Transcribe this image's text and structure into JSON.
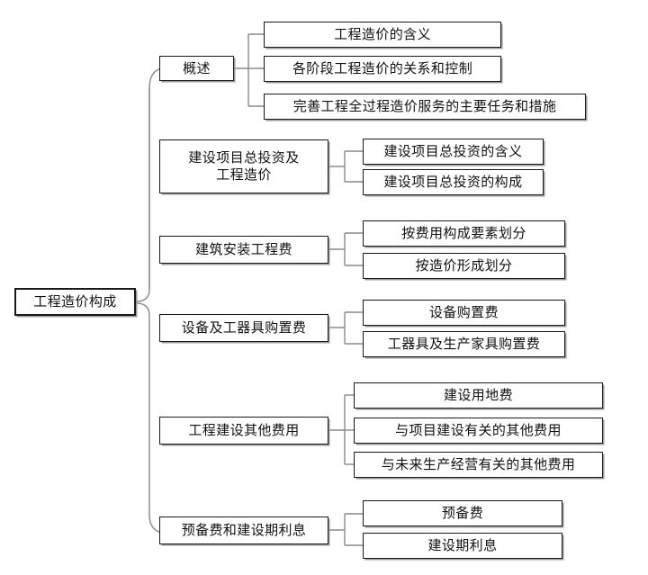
{
  "diagram": {
    "title": "工程造价构成",
    "root": {
      "label": "工程造价构成",
      "name": "root-node"
    },
    "branches": [
      {
        "label": "概述",
        "children": [
          {
            "label": "工程造价的含义"
          },
          {
            "label": "各阶段工程造价的关系和控制"
          },
          {
            "label": "完善工程全过程造价服务的主要任务和措施"
          }
        ]
      },
      {
        "label": "建设项目总投资及\n工程造价",
        "children": [
          {
            "label": "建设项目总投资的含义"
          },
          {
            "label": "建设项目总投资的构成"
          }
        ]
      },
      {
        "label": "建筑安装工程费",
        "children": [
          {
            "label": "按费用构成要素划分"
          },
          {
            "label": "按造价形成划分"
          }
        ]
      },
      {
        "label": "设备及工器具购置费",
        "children": [
          {
            "label": "设备购置费"
          },
          {
            "label": "工器具及生产家具购置费"
          }
        ]
      },
      {
        "label": "工程建设其他费用",
        "children": [
          {
            "label": "建设用地费"
          },
          {
            "label": "与项目建设有关的其他费用"
          },
          {
            "label": "与未来生产经营有关的其他费用"
          }
        ]
      },
      {
        "label": "预备费和建设期利息",
        "children": [
          {
            "label": "预备费"
          },
          {
            "label": "建设期利息"
          }
        ]
      }
    ],
    "colors": {
      "box_border": "#1a1a1a",
      "box_fill": "#ffffff",
      "connector": "#8a8a8a",
      "shadow": "#9a9a9a",
      "text": "#111111",
      "background": "#ffffff"
    }
  }
}
